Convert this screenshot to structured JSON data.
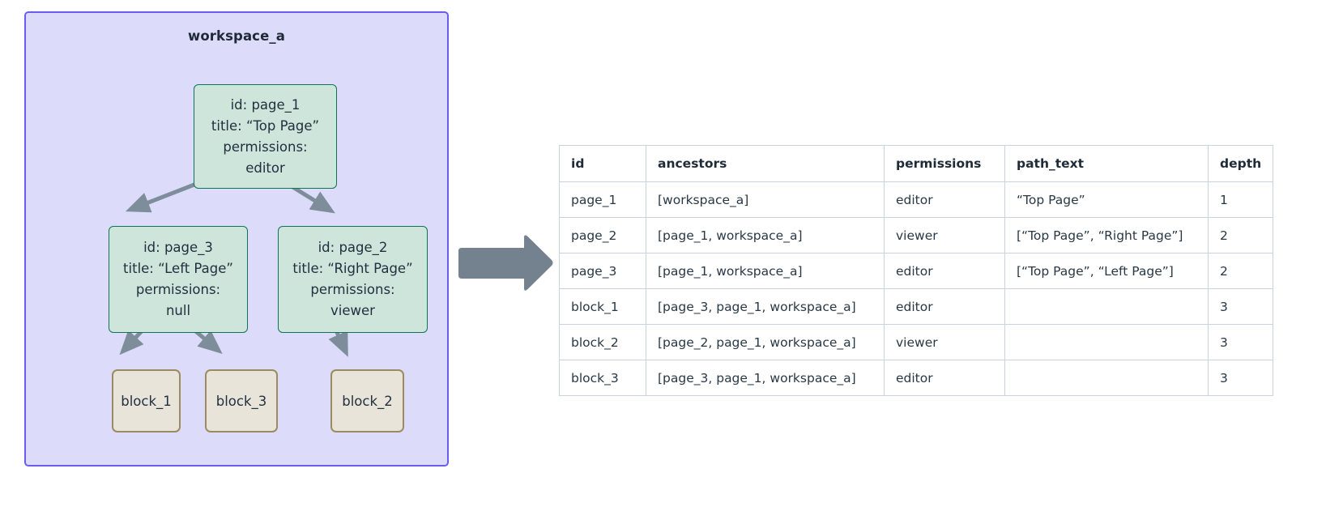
{
  "workspace": {
    "title": "workspace_a",
    "accent_border": "#6a5cf0",
    "fill": "#dcdcfa",
    "nodes": [
      {
        "key": "page_1",
        "kind": "page",
        "lines": [
          "id: page_1",
          "title: “Top Page”",
          "permissions:",
          "editor"
        ]
      },
      {
        "key": "page_3",
        "kind": "page",
        "lines": [
          "id: page_3",
          "title: “Left Page”",
          "permissions:",
          "null"
        ]
      },
      {
        "key": "page_2",
        "kind": "page",
        "lines": [
          "id: page_2",
          "title: “Right Page”",
          "permissions:",
          "viewer"
        ]
      },
      {
        "key": "block_1",
        "kind": "block",
        "label": "block_1"
      },
      {
        "key": "block_3",
        "kind": "block",
        "label": "block_3"
      },
      {
        "key": "block_2",
        "kind": "block",
        "label": "block_2"
      }
    ],
    "edges": [
      {
        "from": "page_1",
        "to": "page_3"
      },
      {
        "from": "page_1",
        "to": "page_2"
      },
      {
        "from": "page_3",
        "to": "block_1"
      },
      {
        "from": "page_3",
        "to": "block_3"
      },
      {
        "from": "page_2",
        "to": "block_2"
      }
    ],
    "node_colors": {
      "page_fill": "#cde5da",
      "page_border": "#0f7355",
      "block_fill": "#e8e4d9",
      "block_border": "#9c8b5f",
      "edge": "#7d8d9a"
    }
  },
  "transform_arrow": {
    "icon": "right-block-arrow-icon",
    "color": "#74828f"
  },
  "table": {
    "columns": [
      "id",
      "ancestors",
      "permissions",
      "path_text",
      "depth"
    ],
    "rows": [
      {
        "id": "page_1",
        "ancestors": "[workspace_a]",
        "permissions": "editor",
        "path_text": "“Top Page”",
        "depth": "1"
      },
      {
        "id": "page_2",
        "ancestors": "[page_1, workspace_a]",
        "permissions": "viewer",
        "path_text": "[“Top Page”, “Right Page”]",
        "depth": "2"
      },
      {
        "id": "page_3",
        "ancestors": "[page_1, workspace_a]",
        "permissions": "editor",
        "path_text": "[“Top Page”, “Left Page”]",
        "depth": "2"
      },
      {
        "id": "block_1",
        "ancestors": "[page_3, page_1, workspace_a]",
        "permissions": "editor",
        "path_text": "",
        "depth": "3"
      },
      {
        "id": "block_2",
        "ancestors": "[page_2, page_1, workspace_a]",
        "permissions": "viewer",
        "path_text": "",
        "depth": "3"
      },
      {
        "id": "block_3",
        "ancestors": "[page_3, page_1, workspace_a]",
        "permissions": "editor",
        "path_text": "",
        "depth": "3"
      }
    ]
  }
}
